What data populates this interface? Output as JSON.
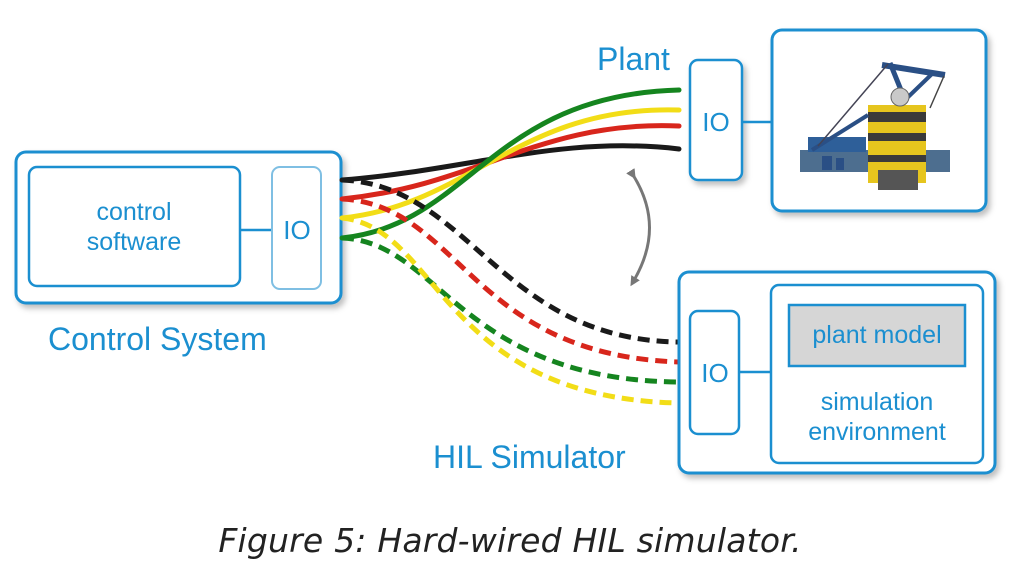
{
  "control_system": {
    "title": "Control System",
    "software_label_line1": "control",
    "software_label_line2": "software",
    "io_label": "IO"
  },
  "plant": {
    "title": "Plant",
    "io_label": "IO"
  },
  "hil_simulator": {
    "title": "HIL Simulator",
    "io_label": "IO",
    "model_label": "plant model",
    "environment_line1": "simulation",
    "environment_line2": "environment"
  },
  "caption": "Figure 5: Hard-wired HIL simulator.",
  "colors": {
    "box_stroke": "#1b8fd0",
    "label_blue": "#1b8fd0",
    "wire_black": "#1a1a1a",
    "wire_red": "#d8261c",
    "wire_yellow": "#f2dd17",
    "wire_green": "#15851f",
    "arrow_gray": "#777777",
    "model_fill": "#d6d6d6"
  },
  "icons": [
    "offshore-crane-image",
    "double-arrow-icon"
  ]
}
